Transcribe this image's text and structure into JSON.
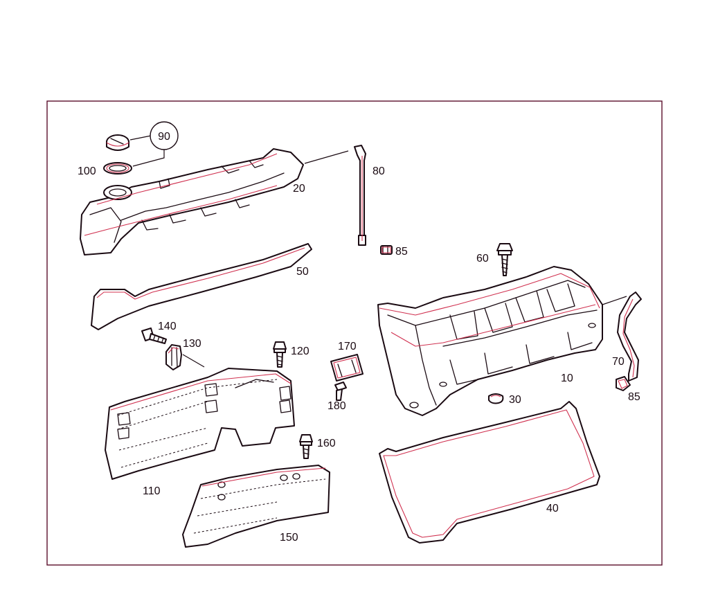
{
  "diagram": {
    "accent_color": "#d0304f",
    "frame_color": "#5a0d2a",
    "callouts": {
      "c10": "10",
      "c20": "20",
      "c30": "30",
      "c40": "40",
      "c50": "50",
      "c60": "60",
      "c70": "70",
      "c80": "80",
      "c85a": "85",
      "c85b": "85",
      "c90": "90",
      "c100": "100",
      "c110": "110",
      "c120": "120",
      "c130": "130",
      "c140": "140",
      "c150": "150",
      "c160": "160",
      "c170": "170",
      "c180": "180"
    }
  }
}
